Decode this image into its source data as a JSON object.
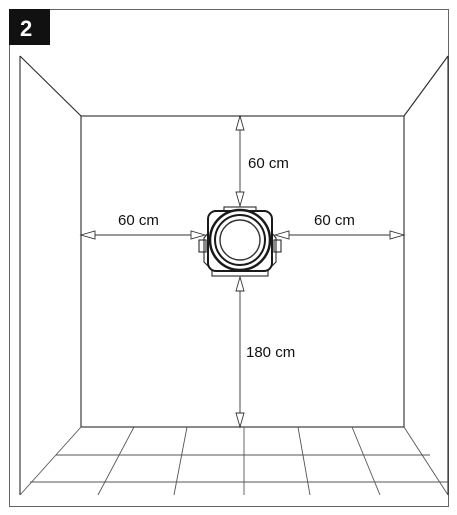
{
  "figure": {
    "number": "2",
    "label_above": "60 cm",
    "label_left": "60 cm",
    "label_right": "60 cm",
    "label_below": "180 cm"
  },
  "colors": {
    "line": "#2a2a2a",
    "badge": "#111111",
    "background": "#ffffff"
  }
}
